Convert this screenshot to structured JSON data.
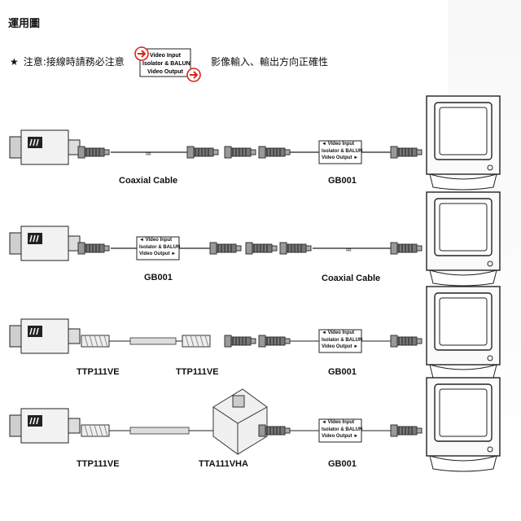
{
  "title": "運用圖",
  "note": {
    "star": "★",
    "prefix": "注意:接線時請務必注意",
    "suffix": "影像輸入、輸出方向正確性"
  },
  "legend": {
    "input": "Video Input",
    "middle": "Isolator & BALUN",
    "output": "Video Output"
  },
  "balun_box": {
    "input": "◄ Video Input",
    "middle": "Isolator & BALUN",
    "output": "Video Output ►"
  },
  "rows": [
    {
      "labels": [
        "Coaxial Cable",
        "GB001"
      ]
    },
    {
      "labels": [
        "GB001",
        "Coaxial Cable"
      ]
    },
    {
      "labels": [
        "TTP111VE",
        "TTP111VE",
        "GB001"
      ]
    },
    {
      "labels": [
        "TTP111VE",
        "TTA111VHA",
        "GB001"
      ]
    }
  ],
  "colors": {
    "accent": "#d9231f",
    "line": "#222222",
    "connector": "#6d6d6d"
  },
  "icons": [
    "camera-icon",
    "monitor-icon",
    "bnc-connector-icon",
    "balun-box",
    "junction-box-icon"
  ]
}
